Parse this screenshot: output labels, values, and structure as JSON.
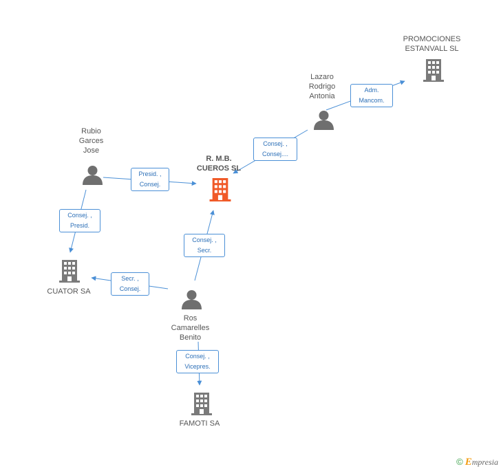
{
  "colors": {
    "edge": "#4a8fd6",
    "building": "#7a7a7a",
    "building_focus": "#f05a28",
    "person": "#6f6f6f"
  },
  "nodes": {
    "promociones": {
      "label": "PROMOCIONES\nESTANVALL SL",
      "icon": "building-icon"
    },
    "lazaro": {
      "label": "Lazaro\nRodrigo\nAntonia",
      "icon": "person-icon"
    },
    "rubio": {
      "label": "Rubio\nGarces\nJose",
      "icon": "person-icon"
    },
    "rmb": {
      "label": "R. M.B.\nCUEROS SL",
      "icon": "building-icon"
    },
    "cuator": {
      "label": "CUATOR SA",
      "icon": "building-icon"
    },
    "ros": {
      "label": "Ros\nCamarelles\nBenito",
      "icon": "person-icon"
    },
    "famoti": {
      "label": "FAMOTI SA",
      "icon": "building-icon"
    }
  },
  "edges": {
    "lazaro_promociones": "Adm.\nMancom.",
    "lazaro_rmb": "Consej. ,\nConsej....",
    "rubio_rmb": "Presid. ,\nConsej.",
    "rubio_cuator": "Consej. ,\nPresid.",
    "ros_rmb": "Consej. ,\nSecr.",
    "ros_cuator": "Secr. ,\nConsej.",
    "ros_famoti": "Consej. ,\nVicepres."
  },
  "footer": {
    "copyright": "©",
    "brand_initial": "E",
    "brand_rest": "mpresia"
  }
}
